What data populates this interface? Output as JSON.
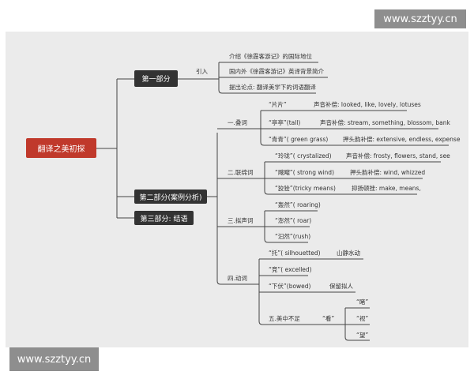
{
  "watermark": "www.szztyy.cn",
  "colors": {
    "root": "#c0392b",
    "node": "#333333",
    "background": "#ebebeb"
  },
  "root": "翻译之美初探",
  "part1": {
    "label": "第一部分",
    "sub": "引入",
    "items": [
      "介绍《徐霞客游记》的国际地位",
      "国内外《徐霞客游记》英译背景简介",
      "提出论点: 翻译美学下的词语翻译"
    ]
  },
  "part2": {
    "label": "第二部分(案例分析)",
    "g1": {
      "label": "一.叠词",
      "items": [
        [
          "“片片”",
          "声音补偿: looked, like, lovely, lotuses"
        ],
        [
          "“亭亭”(tall)",
          "声音补偿: stream, something, blossom, bank"
        ],
        [
          "“青青”( green grass)",
          "押头韵补偿: extensive, endless, expense"
        ]
      ]
    },
    "g2": {
      "label": "二.联绵词",
      "items": [
        [
          "“玲珑”( crystalized)",
          "声音补偿: frosty, flowers, stand, see"
        ],
        [
          "“飕飗”( strong wind)",
          "押头韵补偿: wind, whizzed"
        ],
        [
          "“狡狯”(tricky means)",
          "抑扬顿挫: make, means,"
        ]
      ]
    },
    "g3": {
      "label": "三.拟声词",
      "items": [
        "“轰然”( roaring)",
        "“澎然”( roar)",
        "“汩然”(rush)"
      ]
    },
    "g4": {
      "label": "四.动词",
      "items": [
        [
          "“托”( silhouetted)",
          "山静水动"
        ],
        [
          "“竞”( excelled)",
          ""
        ],
        [
          "“下伏”(bowed)",
          "保留拟人"
        ]
      ]
    },
    "g5": {
      "label": "五.美中不足",
      "verb": "“看”",
      "items": [
        "“睹”",
        "“视”",
        "“望”"
      ]
    }
  },
  "part3": {
    "label": "第三部分: 结语"
  }
}
